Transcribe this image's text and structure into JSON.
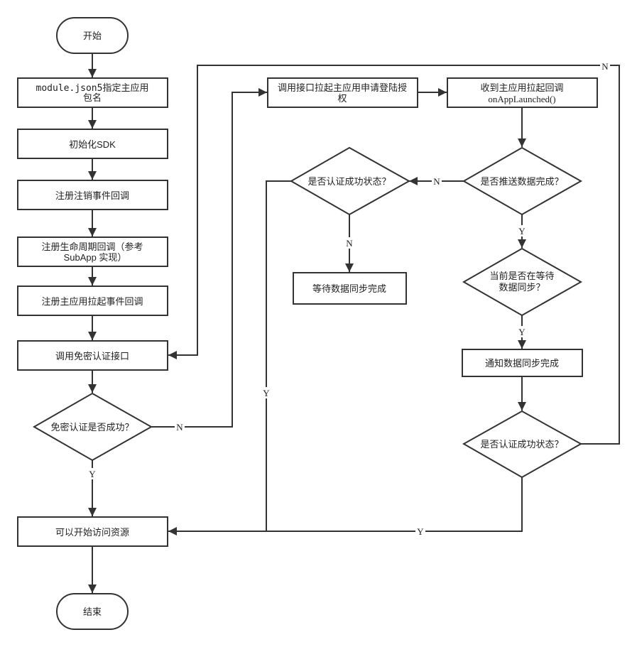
{
  "nodes": {
    "start": "开始",
    "module_json_line1": "module.json5指定主应用",
    "module_json_line2": "包名",
    "init_sdk": "初始化SDK",
    "register_logout": "注册注销事件回调",
    "register_lifecycle_line1": "注册生命周期回调（参考",
    "register_lifecycle_line2": "SubApp 实现）",
    "register_launch": "注册主应用拉起事件回调",
    "call_login_free": "调用免密认证接口",
    "login_free_success": "免密认证是否成功？",
    "can_access": "可以开始访问资源",
    "end": "结束",
    "call_main_auth_line1": "调用接口拉起主应用申请登陆授",
    "call_main_auth_line2": "权",
    "receive_callback_line1": "收到主应用拉起回调",
    "receive_callback_line2": "onAppLaunched()",
    "push_done": "是否推送数据完成？",
    "auth_state_upper": "是否认证成功状态？",
    "wait_sync": "等待数据同步完成",
    "waiting_sync_line1": "当前是否在等待",
    "waiting_sync_line2": "数据同步？",
    "notify_sync": "通知数据同步完成",
    "auth_state_lower": "是否认证成功状态？"
  },
  "edge_labels": {
    "login_fail_n": "N",
    "login_success_y": "Y",
    "push_no_n": "N",
    "auth_upper_no_n": "N",
    "auth_upper_yes_y": "Y",
    "push_yes_y": "Y",
    "waiting_yes_y": "Y",
    "auth_lower_yes_y": "Y",
    "auth_lower_no_n": "N"
  },
  "colors": {
    "stroke": "#333333",
    "fill": "#ffffff",
    "text": "#222222"
  }
}
